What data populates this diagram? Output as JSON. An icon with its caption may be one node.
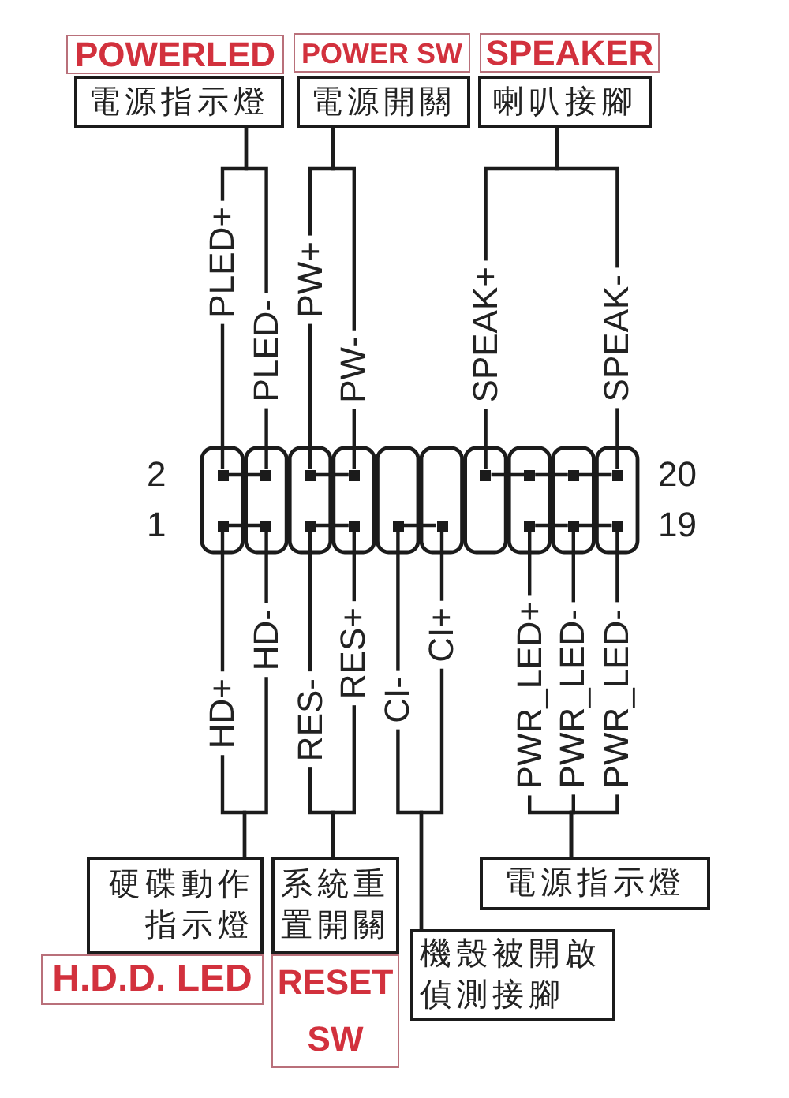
{
  "diagram": {
    "nodes": [
      {
        "text": [
          "POWERLED",
          "電源指示燈"
        ]
      },
      {
        "text": [
          "POWER SW",
          "電源開關"
        ]
      },
      {
        "text": [
          "SPEAKER",
          "喇叭接腳"
        ]
      },
      {
        "text": [],
        "shape": "box"
      },
      {
        "text": [],
        "shape": "box"
      },
      {
        "text": [],
        "shape": "box"
      },
      {
        "text": [],
        "shape": "box"
      },
      {
        "text": [],
        "shape": "box"
      },
      {
        "text": [],
        "shape": "box"
      },
      {
        "text": [],
        "shape": "box"
      },
      {
        "text": [],
        "shape": "box"
      },
      {
        "text": [],
        "shape": "box"
      },
      {
        "text": [],
        "shape": "box"
      },
      {
        "text": [],
        "shape": "box"
      },
      {
        "text": [],
        "shape": "box"
      },
      {
        "text": [],
        "shape": "box"
      },
      {
        "text": [],
        "shape": "box"
      },
      {
        "text": [],
        "shape": "box"
      },
      {
        "text": [],
        "shape": "box"
      },
      {
        "text": [],
        "shape": "box"
      },
      {
        "text": [
          "硬碟動作指示燈",
          "H.D.D. LED"
        ]
      },
      {
        "text": [
          "系統重置開關",
          "RESET SW"
        ]
      },
      {
        "text": [
          "電源指示燈"
        ]
      },
      {
        "text": [
          "機殼被開啟偵測接腳"
        ]
      }
    ],
    "edges": [
      {
        "from": 0,
        "to": 3,
        "arrow": "none",
        "label": "PLED+"
      },
      {
        "from": 0,
        "to": 4,
        "arrow": "none",
        "label": "PLED-"
      },
      {
        "from": 1,
        "to": 5,
        "arrow": "none",
        "label": "PW+"
      },
      {
        "from": 1,
        "to": 6,
        "arrow": "none",
        "label": "PW-"
      },
      {
        "from": 2,
        "to": 7,
        "arrow": "none",
        "label": "SPEAK+"
      },
      {
        "from": 2,
        "to": 10,
        "arrow": "none",
        "label": "SPEAK-"
      },
      {
        "from": 3,
        "to": 4,
        "arrow": "none"
      },
      {
        "from": 5,
        "to": 6,
        "arrow": "none"
      },
      {
        "from": 7,
        "to": 8,
        "arrow": "none"
      },
      {
        "from": 8,
        "to": 9,
        "arrow": "none"
      },
      {
        "from": 9,
        "to": 10,
        "arrow": "none"
      },
      {
        "from": 11,
        "to": 12,
        "arrow": "none"
      },
      {
        "from": 13,
        "to": 14,
        "arrow": "none"
      },
      {
        "from": 15,
        "to": 16,
        "arrow": "none"
      },
      {
        "from": 17,
        "to": 18,
        "arrow": "none"
      },
      {
        "from": 18,
        "to": 19,
        "arrow": "none"
      },
      {
        "from": 11,
        "to": 20,
        "arrow": "none",
        "label": "HD+"
      },
      {
        "from": 12,
        "to": 20,
        "arrow": "none",
        "label": "HD-"
      },
      {
        "from": 13,
        "to": 21,
        "arrow": "none",
        "label": "RES-"
      },
      {
        "from": 14,
        "to": 21,
        "arrow": "none",
        "label": "RES+"
      },
      {
        "from": 15,
        "to": 23,
        "arrow": "none",
        "label": "CI-"
      },
      {
        "from": 16,
        "to": 23,
        "arrow": "none",
        "label": "CI+"
      },
      {
        "from": 17,
        "to": 22,
        "arrow": "none",
        "label": "PWR_LED+"
      },
      {
        "from": 18,
        "to": 22,
        "arrow": "none",
        "label": "PWR_LED-"
      },
      {
        "from": 19,
        "to": 22,
        "arrow": "none",
        "label": "PWR_LED-"
      }
    ],
    "labels": [
      "2",
      "20",
      "1",
      "19"
    ]
  }
}
